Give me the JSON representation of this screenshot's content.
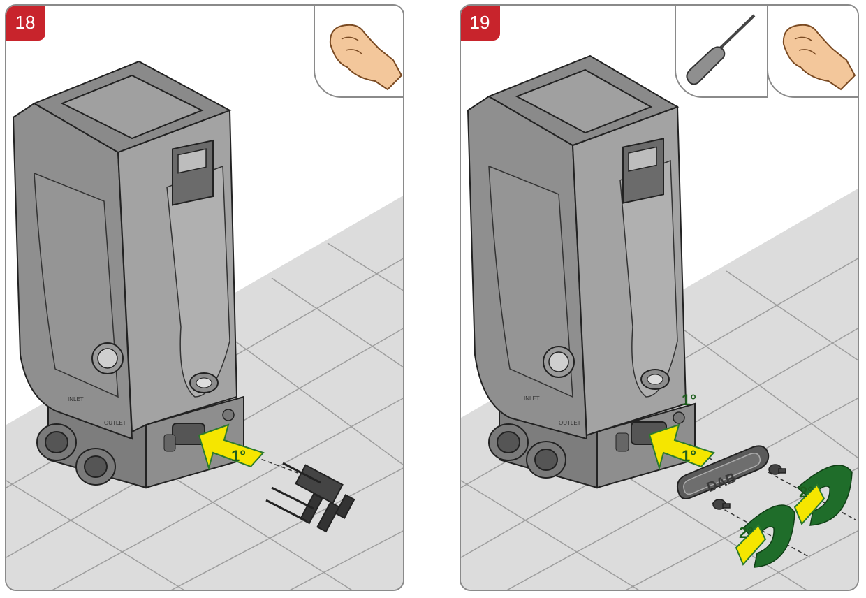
{
  "panels": [
    {
      "step_number": "18",
      "arrow_label": "1°",
      "tools": [
        "hand-icon"
      ]
    },
    {
      "step_number": "19",
      "arrow_label": "1°",
      "arrow_label_top": "1°",
      "rotate_label_a": "2°",
      "rotate_label_b": "2°",
      "plate_text": "DAB",
      "tools": [
        "screwdriver-icon",
        "hand-icon"
      ]
    }
  ],
  "colors": {
    "badge": "#c8242c",
    "arrow_fill": "#f5e600",
    "arrow_outline": "#2d7a2d",
    "rotate_arrow": "#1f6d2a",
    "pump_body": "#9a9a9a",
    "floor": "#dcdcdc",
    "border": "#8a8a8a"
  }
}
